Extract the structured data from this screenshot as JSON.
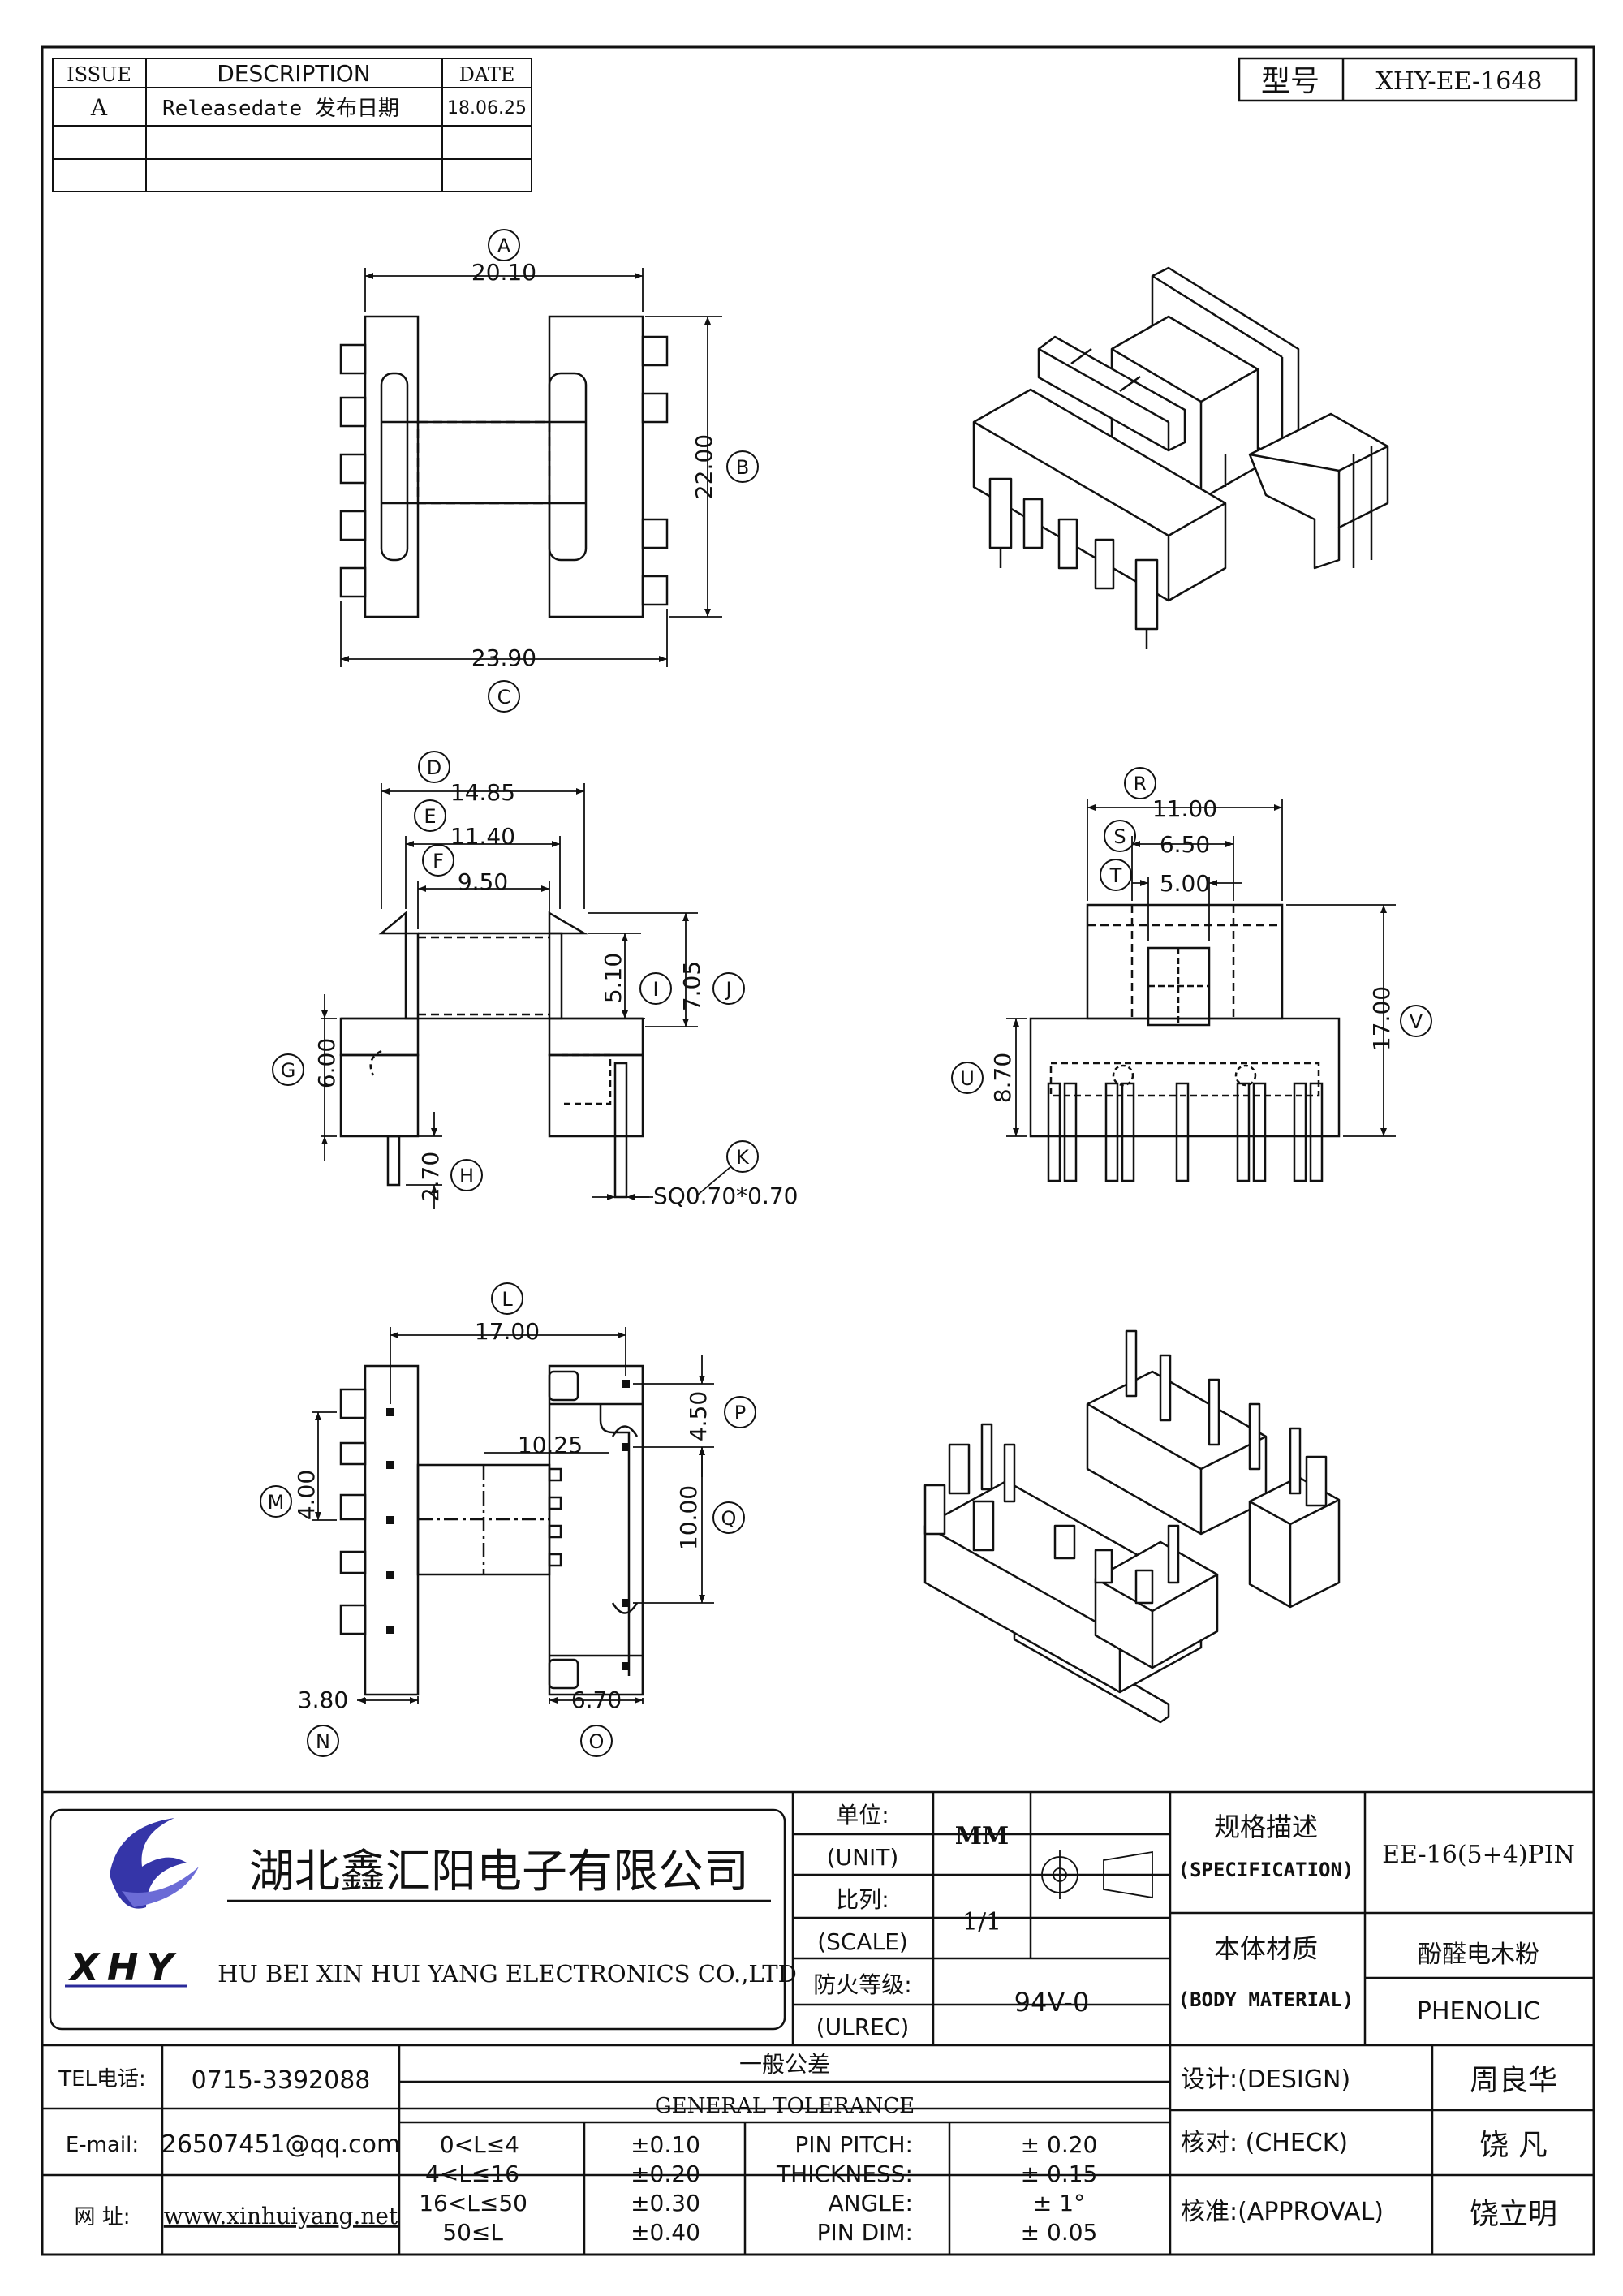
{
  "revision_table": {
    "headers": [
      "ISSUE",
      "DESCRIPTION",
      "DATE"
    ],
    "rows": [
      {
        "issue": "A",
        "description": "Releasedate 发布日期",
        "date": "18.06.25"
      },
      {
        "issue": "",
        "description": "",
        "date": ""
      },
      {
        "issue": "",
        "description": "",
        "date": ""
      }
    ]
  },
  "model": {
    "label": "型号",
    "value": "XHY-EE-1648"
  },
  "dimensions": {
    "A": "20.10",
    "B": "22.00",
    "C": "23.90",
    "D": "14.85",
    "E": "11.40",
    "F": "9.50",
    "G": "6.00",
    "H": "2.70",
    "I": "5.10",
    "J": "7.05",
    "K": "SQ0.70*0.70",
    "L": "17.00",
    "M": "4.00",
    "N": "3.80",
    "O": "6.70",
    "P": "4.50",
    "Q": "10.00",
    "R": "11.00",
    "S": "6.50",
    "T": "5.00",
    "U": "8.70",
    "V": "17.00",
    "inner": "10.25"
  },
  "dimension_letters": [
    "A",
    "B",
    "C",
    "D",
    "E",
    "F",
    "G",
    "H",
    "I",
    "J",
    "K",
    "L",
    "M",
    "N",
    "O",
    "P",
    "Q",
    "R",
    "S",
    "T",
    "U",
    "V"
  ],
  "company": {
    "name_cn": "湖北鑫汇阳电子有限公司",
    "name_en": "HU BEI XIN HUI YANG ELECTRONICS CO.,LTD",
    "logo_text": "XHY"
  },
  "unit": {
    "label_cn": "单位:",
    "label_en": "(UNIT)",
    "value": "MM"
  },
  "scale": {
    "label_cn": "比列:",
    "label_en": "(SCALE)",
    "value": "1/1"
  },
  "fire": {
    "label_cn": "防火等级:",
    "label_en": "(ULREC)",
    "value": "94V-0"
  },
  "specification": {
    "label_cn": "规格描述",
    "label_en": "(SPECIFICATION)",
    "value": "EE-16(5+4)PIN"
  },
  "material": {
    "label_cn": "本体材质",
    "label_en": "(BODY MATERIAL)",
    "value_cn": "酚醛电木粉",
    "value_en": "PHENOLIC"
  },
  "contact": {
    "tel_label": "TEL电话:",
    "tel": "0715-3392088",
    "email_label": "E-mail:",
    "email": "26507451@qq.com",
    "web_label": "网  址:",
    "web": "www.xinhuiyang.net"
  },
  "tolerance": {
    "title_cn": "一般公差",
    "title_en": "GENERAL TOLERANCE",
    "ranges": [
      {
        "range": "0<L≤4",
        "tol": "±0.10"
      },
      {
        "range": "4<L≤16",
        "tol": "±0.20"
      },
      {
        "range": "16<L≤50",
        "tol": "±0.30"
      },
      {
        "range": "50≤L",
        "tol": "±0.40"
      }
    ],
    "items": [
      {
        "name": "PIN PITCH:",
        "tol": "± 0.20"
      },
      {
        "name": "THICKNESS:",
        "tol": "± 0.15"
      },
      {
        "name": "ANGLE:",
        "tol": "± 1°"
      },
      {
        "name": "PIN DIM:",
        "tol": "± 0.05"
      }
    ]
  },
  "approvals": {
    "design_label": "设计:(DESIGN)",
    "design": "周良华",
    "check_label": "核对: (CHECK)",
    "check": "饶  凡",
    "approval_label": "核准:(APPROVAL)",
    "approval": "饶立明"
  }
}
